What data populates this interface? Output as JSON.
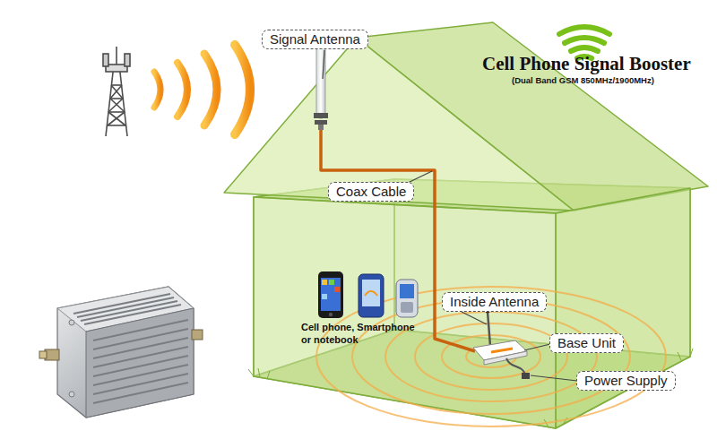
{
  "diagram": {
    "title": "Cell Phone Signal Booster",
    "nodes": [
      {
        "text": [
          "Signal Antenna"
        ]
      },
      {
        "text": [
          "Coax Cable"
        ]
      },
      {
        "text": [
          "Inside Antenna"
        ]
      },
      {
        "text": [
          "Base Unit"
        ]
      },
      {
        "text": [
          "Power Supply"
        ]
      }
    ],
    "labels": [
      "(Dual Band GSM 850MHz/1900MHz)",
      "Cell phone, Smartphone or notebook"
    ]
  }
}
